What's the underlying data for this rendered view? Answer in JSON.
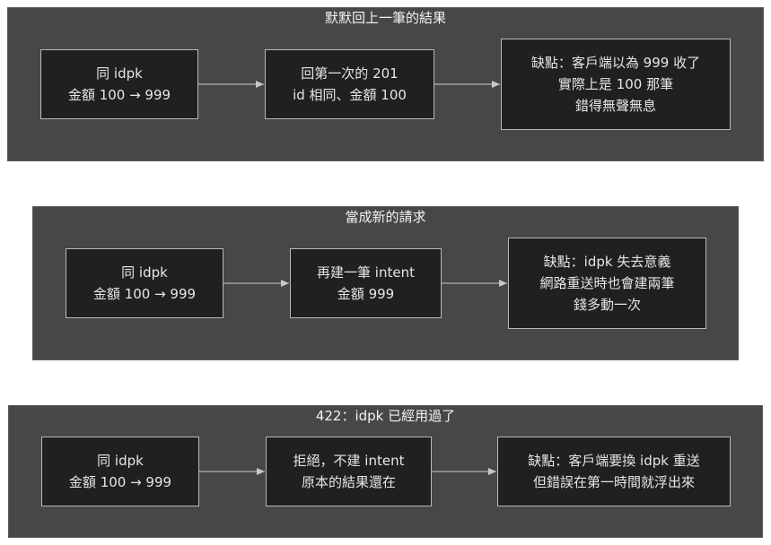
{
  "clusters": [
    {
      "title": "默默回上一筆的結果",
      "nodes": [
        {
          "lines": [
            "同 idpk",
            "金額 100 → 999"
          ]
        },
        {
          "lines": [
            "回第一次的 201",
            "id 相同、金額 100"
          ]
        },
        {
          "lines": [
            "缺點：客戶端以為 999 收了",
            "實際上是 100 那筆",
            "錯得無聲無息"
          ]
        }
      ]
    },
    {
      "title": "當成新的請求",
      "nodes": [
        {
          "lines": [
            "同 idpk",
            "金額 100 → 999"
          ]
        },
        {
          "lines": [
            "再建一筆 intent",
            "金額 999"
          ]
        },
        {
          "lines": [
            "缺點：idpk 失去意義",
            "網路重送時也會建兩筆",
            "錢多動一次"
          ]
        }
      ]
    },
    {
      "title": "422：idpk 已經用過了",
      "nodes": [
        {
          "lines": [
            "同 idpk",
            "金額 100 → 999"
          ]
        },
        {
          "lines": [
            "拒絕，不建 intent",
            "原本的結果還在"
          ]
        },
        {
          "lines": [
            "缺點：客戶端要換 idpk 重送",
            "但錯誤在第一時間就浮出來"
          ]
        }
      ]
    }
  ],
  "colors": {
    "cluster_bg": "#464746",
    "node_bg": "#1f2020",
    "node_border": "#b9b9b9",
    "edge": "#c8c8c8",
    "text": "#e6e6e6"
  }
}
